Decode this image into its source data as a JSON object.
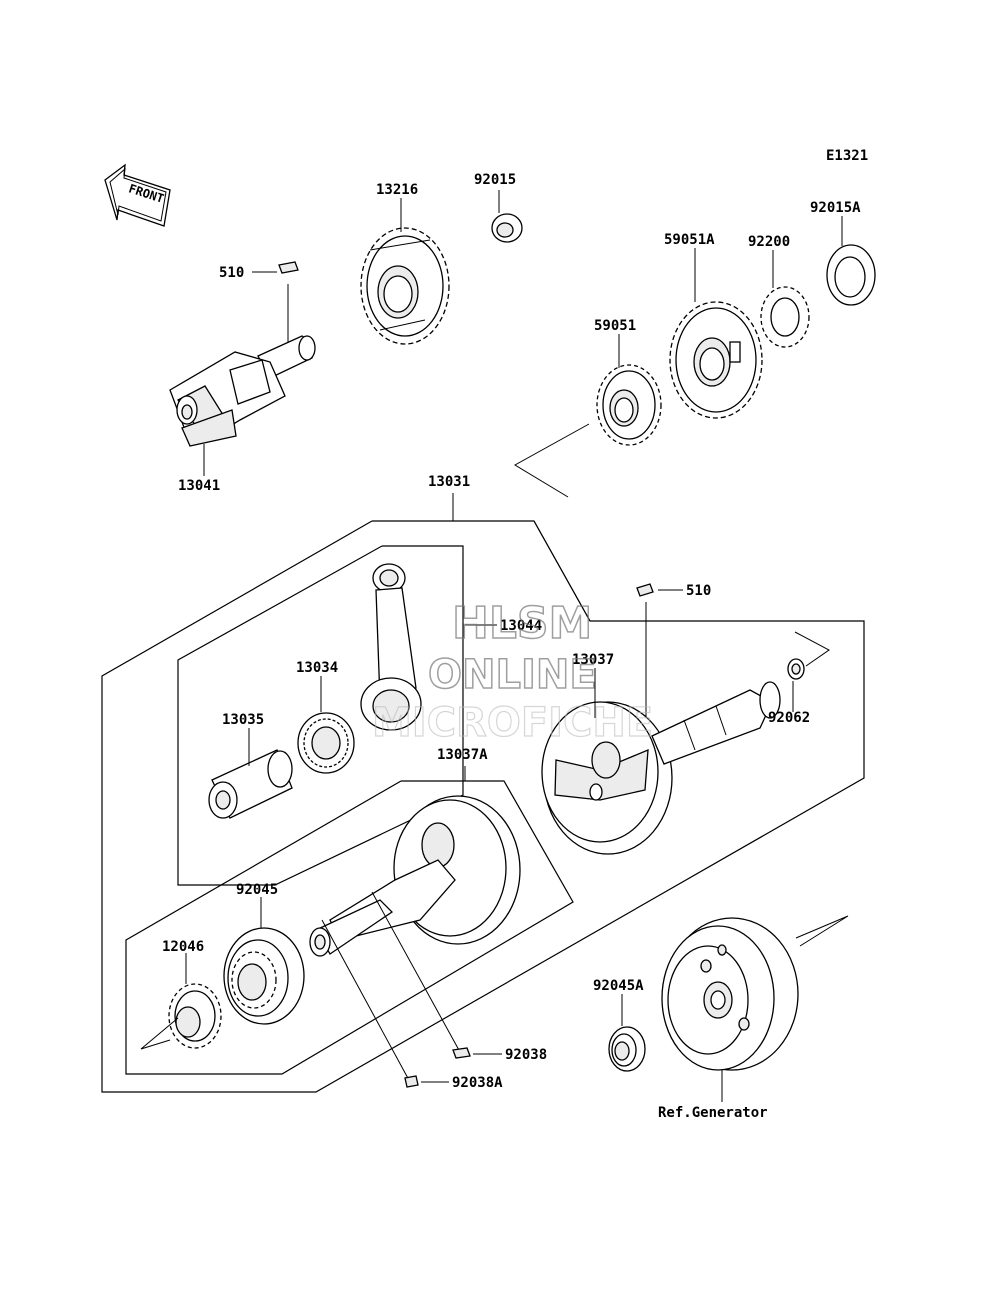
{
  "diagram_code": "E1321",
  "front_label": "FRONT",
  "watermark": {
    "line1": "HLSM",
    "line2": "ONLINE",
    "line3": "MICROFICHE"
  },
  "parts": {
    "p13216": "13216",
    "p92015": "92015",
    "p92015A": "92015A",
    "p92200": "92200",
    "p59051A": "59051A",
    "p59051": "59051",
    "p510_top": "510",
    "p13041": "13041",
    "p13031": "13031",
    "p510_mid": "510",
    "p13044": "13044",
    "p13037": "13037",
    "p13034": "13034",
    "p13035": "13035",
    "p92062": "92062",
    "p13037A": "13037A",
    "p92045": "92045",
    "p12046": "12046",
    "p92045A": "92045A",
    "p92038": "92038",
    "p92038A": "92038A",
    "ref_generator": "Ref.Generator"
  }
}
